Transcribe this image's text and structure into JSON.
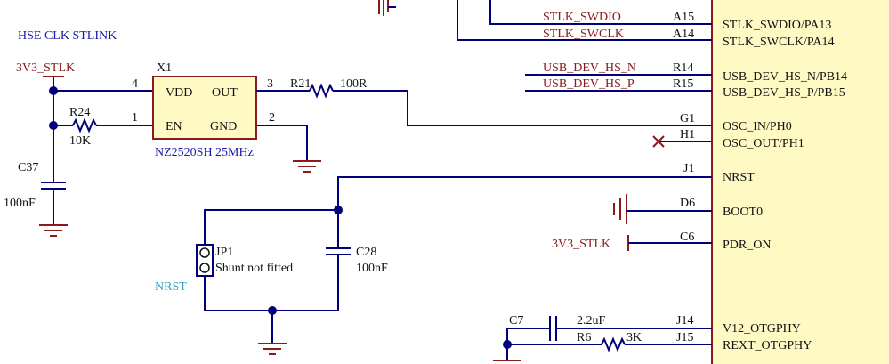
{
  "section_title": "HSE CLK STLINK",
  "power": {
    "v3_stlk_left": "3V3_STLK",
    "v3_stlk_right": "3V3_STLK"
  },
  "crystal": {
    "ref": "X1",
    "part": "NZ2520SH 25MHz",
    "pin_vdd": "VDD",
    "pin_out": "OUT",
    "pin_en": "EN",
    "pin_gnd": "GND",
    "pin_num_4": "4",
    "pin_num_3": "3",
    "pin_num_1": "1",
    "pin_num_2": "2"
  },
  "resistors": {
    "r24_ref": "R24",
    "r24_val": "10K",
    "r21_ref": "R21",
    "r21_val": "100R",
    "r6_ref": "R6",
    "r6_val": "3K"
  },
  "capacitors": {
    "c37_ref": "C37",
    "c37_val": "100nF",
    "c28_ref": "C28",
    "c28_val": "100nF",
    "c7_ref": "C7",
    "c7_val": "2.2uF"
  },
  "jumper": {
    "ref": "JP1",
    "note": "Shunt not fitted",
    "net": "NRST"
  },
  "nets": {
    "stlk_swdio": "STLK_SWDIO",
    "stlk_swclk": "STLK_SWCLK",
    "usb_dev_hs_n": "USB_DEV_HS_N",
    "usb_dev_hs_p": "USB_DEV_HS_P"
  },
  "mcu_pins": [
    {
      "ball": "A15",
      "name": "STLK_SWDIO/PA13"
    },
    {
      "ball": "A14",
      "name": "STLK_SWCLK/PA14"
    },
    {
      "ball": "R14",
      "name": "USB_DEV_HS_N/PB14"
    },
    {
      "ball": "R15",
      "name": "USB_DEV_HS_P/PB15"
    },
    {
      "ball": "G1",
      "name": "OSC_IN/PH0"
    },
    {
      "ball": "H1",
      "name": "OSC_OUT/PH1"
    },
    {
      "ball": "J1",
      "name": "NRST"
    },
    {
      "ball": "D6",
      "name": "BOOT0"
    },
    {
      "ball": "C6",
      "name": "PDR_ON"
    },
    {
      "ball": "J14",
      "name": "V12_OTGPHY"
    },
    {
      "ball": "J15",
      "name": "REXT_OTGPHY"
    }
  ],
  "colors": {
    "wire": "#00007a",
    "power": "#8b1a1a",
    "ic_fill": "#fffac4",
    "net_cyan": "#2f9fc4"
  }
}
